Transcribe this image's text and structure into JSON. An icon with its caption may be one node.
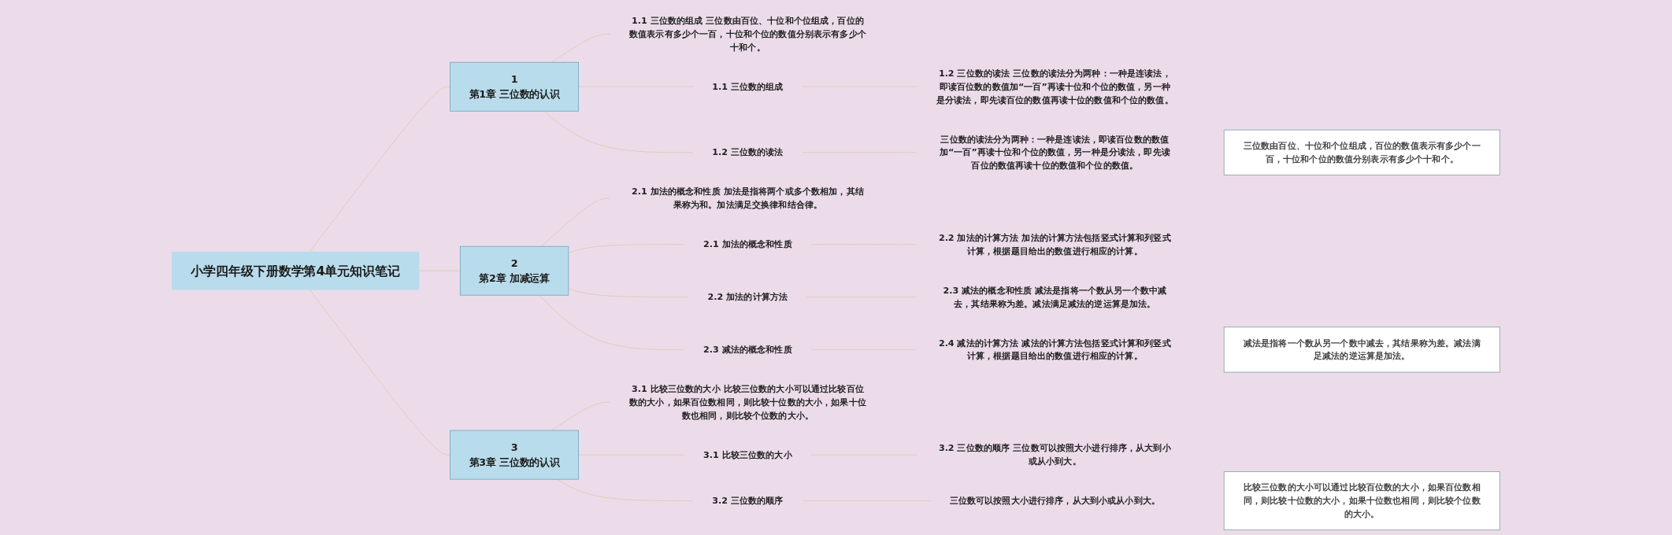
{
  "diagram": {
    "nodes": [
      {
        "text": [
          "小学四年级下册数学第4单元知识笔记"
        ]
      },
      {
        "text": [
          "1",
          "第1章 三位数的认识"
        ]
      },
      {
        "text": [
          "1.1 三位数的组成 三位数由百位、十位和个位组成，百位的数值表示有多少个一百，十位和个位的数值分别表示有多少个十和个。"
        ]
      },
      {
        "text": [
          "1.1 三位数的组成"
        ]
      },
      {
        "text": [
          "1.2 三位数的读法 三位数的读法分为两种：一种是连读法，即读百位数的数值加“一百”再读十位和个位的数值，另一种是分读法，即先读百位的数值再读十位的数值和个位的数值。"
        ]
      },
      {
        "text": [
          "1.2 三位数的读法"
        ]
      },
      {
        "text": [
          "三位数的读法分为两种：一种是连读法，即读百位数的数值加“一百”再读十位和个位的数值，另一种是分读法，即先读百位的数值再读十位的数值和个位的数值。"
        ]
      },
      {
        "text": [
          "三位数由百位、十位和个位组成，百位的数值表示有多少个一百，十位和个位的数值分别表示有多少个十和个。"
        ]
      },
      {
        "text": [
          "2",
          "第2章 加减运算"
        ]
      },
      {
        "text": [
          "2.1 加法的概念和性质 加法是指将两个或多个数相加，其结果称为和。加法满足交换律和结合律。"
        ]
      },
      {
        "text": [
          "2.1 加法的概念和性质"
        ]
      },
      {
        "text": [
          "2.2 加法的计算方法 加法的计算方法包括竖式计算和列竖式计算，根据题目给出的数值进行相应的计算。"
        ]
      },
      {
        "text": [
          "2.2 加法的计算方法"
        ]
      },
      {
        "text": [
          "2.3 减法的概念和性质 减法是指将一个数从另一个数中减去，其结果称为差。减法满足减法的逆运算是加法。"
        ]
      },
      {
        "text": [
          "2.3 减法的概念和性质"
        ]
      },
      {
        "text": [
          "2.4 减法的计算方法 减法的计算方法包括竖式计算和列竖式计算，根据题目给出的数值进行相应的计算。"
        ]
      },
      {
        "text": [
          "减法是指将一个数从另一个数中减去，其结果称为差。减法满足减法的逆运算是加法。"
        ]
      },
      {
        "text": [
          "3",
          "第3章 三位数的认识"
        ]
      },
      {
        "text": [
          "3.1 比较三位数的大小 比较三位数的大小可以通过比较百位数的大小，如果百位数相同，则比较十位数的大小，如果十位数也相同，则比较个位数的大小。"
        ]
      },
      {
        "text": [
          "3.1 比较三位数的大小"
        ]
      },
      {
        "text": [
          "3.2 三位数的顺序 三位数可以按照大小进行排序，从大到小或从小到大。"
        ]
      },
      {
        "text": [
          "3.2 三位数的顺序"
        ]
      },
      {
        "text": [
          "三位数可以按照大小进行排序，从大到小或从小到大。"
        ]
      },
      {
        "text": [
          "比较三位数的大小可以通过比较百位数的大小，如果百位数相同，则比较十位数的大小，如果十位数也相同，则比较个位数的大小。"
        ]
      }
    ],
    "edges": [
      {
        "from": 0,
        "to": 1,
        "arrow": "none"
      },
      {
        "from": 1,
        "to": 2,
        "arrow": "none"
      },
      {
        "from": 1,
        "to": 3,
        "arrow": "none"
      },
      {
        "from": 3,
        "to": 4,
        "arrow": "none"
      },
      {
        "from": 1,
        "to": 5,
        "arrow": "none"
      },
      {
        "from": 5,
        "to": 6,
        "arrow": "none"
      },
      {
        "from": 0,
        "to": 8,
        "arrow": "none"
      },
      {
        "from": 8,
        "to": 9,
        "arrow": "none"
      },
      {
        "from": 8,
        "to": 10,
        "arrow": "none"
      },
      {
        "from": 10,
        "to": 11,
        "arrow": "none"
      },
      {
        "from": 8,
        "to": 12,
        "arrow": "none"
      },
      {
        "from": 12,
        "to": 13,
        "arrow": "none"
      },
      {
        "from": 8,
        "to": 14,
        "arrow": "none"
      },
      {
        "from": 14,
        "to": 15,
        "arrow": "none"
      },
      {
        "from": 0,
        "to": 17,
        "arrow": "none"
      },
      {
        "from": 17,
        "to": 18,
        "arrow": "none"
      },
      {
        "from": 17,
        "to": 19,
        "arrow": "none"
      },
      {
        "from": 19,
        "to": 20,
        "arrow": "none"
      },
      {
        "from": 17,
        "to": 21,
        "arrow": "none"
      },
      {
        "from": 21,
        "to": 22,
        "arrow": "none"
      }
    ]
  }
}
